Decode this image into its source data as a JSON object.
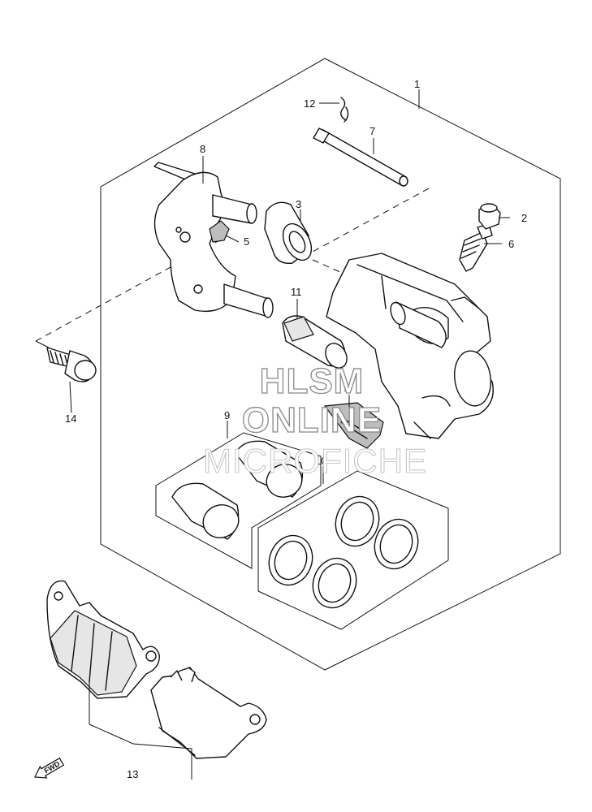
{
  "watermark": {
    "line1": "HLSM",
    "line2": "ONLINE",
    "line3": "MICROFICHE"
  },
  "direction_badge": "FWD",
  "callouts": [
    {
      "id": "1",
      "label": "1"
    },
    {
      "id": "2",
      "label": "2"
    },
    {
      "id": "3",
      "label": "3"
    },
    {
      "id": "4",
      "label": "4"
    },
    {
      "id": "5",
      "label": "5"
    },
    {
      "id": "6",
      "label": "6"
    },
    {
      "id": "7",
      "label": "7"
    },
    {
      "id": "8",
      "label": "8"
    },
    {
      "id": "9",
      "label": "9"
    },
    {
      "id": "10",
      "label": "10"
    },
    {
      "id": "11",
      "label": "11"
    },
    {
      "id": "12",
      "label": "12"
    },
    {
      "id": "13",
      "label": "13"
    },
    {
      "id": "14",
      "label": "14"
    }
  ]
}
